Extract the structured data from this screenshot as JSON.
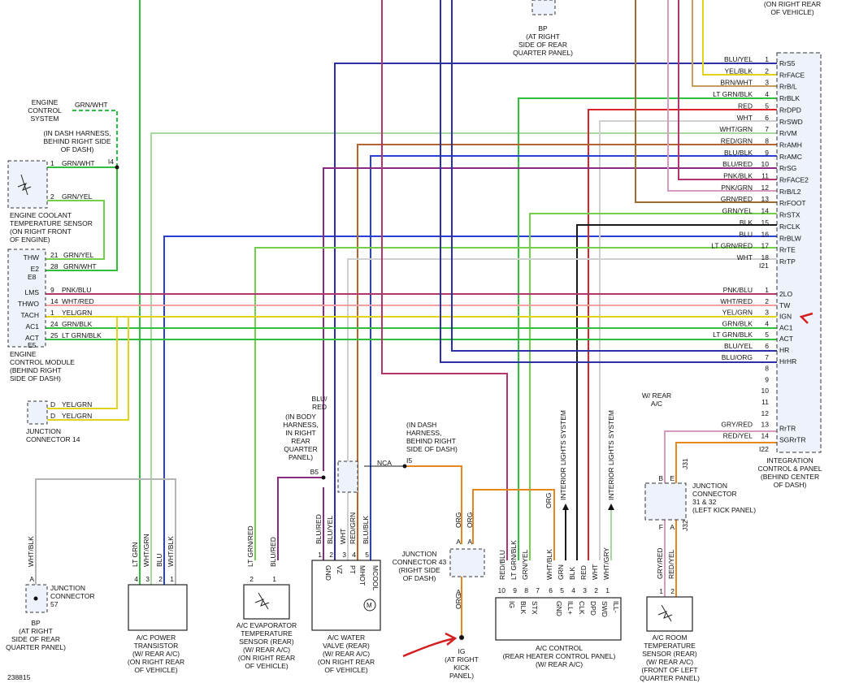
{
  "diagram_id": "238815",
  "components": {
    "bp_top": [
      "BP",
      "(AT RIGHT",
      "SIDE OF REAR",
      "QUARTER PANEL)"
    ],
    "right_rear_top": [
      "(ON RIGHT REAR",
      "OF VEHICLE)"
    ],
    "ecs": [
      "ENGINE",
      "CONTROL",
      "SYSTEM"
    ],
    "in_dash": [
      "(IN DASH HARNESS,",
      "BEHIND RIGHT SIDE",
      "OF DASH)"
    ],
    "ect": [
      "ENGINE COOLANT",
      "TEMPERATURE SENSOR",
      "(ON RIGHT FRONT",
      "OF ENGINE)"
    ],
    "ecm": [
      "ENGINE",
      "CONTROL MODULE",
      "(BEHIND RIGHT",
      "SIDE OF DASH)"
    ],
    "jc14": [
      "JUNCTION",
      "CONNECTOR 14"
    ],
    "body_harness": [
      "(IN BODY",
      "HARNESS,",
      "IN RIGHT",
      "REAR",
      "QUARTER",
      "PANEL)"
    ],
    "in_dash2": [
      "(IN DASH",
      "HARNESS,",
      "BEHIND RIGHT",
      "SIDE OF DASH)"
    ],
    "jc43": [
      "JUNCTION",
      "CONNECTOR 43",
      "(RIGHT SIDE",
      "OF DASH)"
    ],
    "ig": [
      "IG",
      "(AT RIGHT",
      "KICK",
      "PANEL)"
    ],
    "jc57": [
      "JUNCTION",
      "CONNECTOR",
      "57"
    ],
    "bp_bottom": [
      "BP",
      "(AT RIGHT",
      "SIDE OF REAR",
      "QUARTER PANEL)"
    ],
    "pwr_trans": [
      "A/C POWER",
      "TRANSISTOR",
      "(W/ REAR A/C)",
      "(ON RIGHT REAR",
      "OF VEHICLE)"
    ],
    "evap": [
      "A/C EVAPORATOR",
      "TEMPERATURE",
      "SENSOR (REAR)",
      "(W/ REAR A/C)",
      "(ON RIGHT REAR",
      "OF VEHICLE)"
    ],
    "water_valve": [
      "A/C WATER",
      "VALVE (REAR)",
      "(W/ REAR A/C)",
      "(ON RIGHT REAR",
      "OF VEHICLE)"
    ],
    "ac_control": [
      "A/C CONTROL",
      "(REAR HEATER CONTROL PANEL)",
      "(W/ REAR A/C)"
    ],
    "room_sensor": [
      "A/C ROOM",
      "TEMPERATURE",
      "SENSOR (REAR)",
      "(W/ REAR A/C)",
      "(FRONT OF LEFT",
      "QUARTER PANEL)"
    ],
    "jc3132": [
      "JUNCTION",
      "CONNECTOR",
      "31 & 32",
      "(LEFT KICK PANEL)"
    ],
    "integration": [
      "INTEGRATION",
      "CONTROL & PANEL",
      "(BEHIND CENTER",
      "OF DASH)"
    ],
    "w_rear": [
      "W/ REAR",
      "A/C"
    ],
    "ils": "INTERIOR LIGHTS SYSTEM",
    "nca": "NCA",
    "blu_red_vert": [
      "BLU/",
      "RED"
    ]
  },
  "connectors": {
    "i4": "I4",
    "e8": "E8",
    "e5": "E5",
    "i21": "I21",
    "i22": "I22",
    "b5": "B5",
    "i5": "I5",
    "j31": "J31",
    "j32": "J32"
  },
  "ecm_terms": {
    "e8": [
      {
        "name": "THW",
        "pin": "21",
        "wire": "GRN/YEL"
      },
      {
        "name": "E2",
        "pin": "28",
        "wire": "GRN/WHT"
      }
    ],
    "e5": [
      {
        "name": "LMS",
        "pin": "9",
        "wire": "PNK/BLU"
      },
      {
        "name": "THWO",
        "pin": "14",
        "wire": "WHT/RED"
      },
      {
        "name": "TACH",
        "pin": "1",
        "wire": "YEL/GRN"
      },
      {
        "name": "AC1",
        "pin": "24",
        "wire": "GRN/BLK"
      },
      {
        "name": "ACT",
        "pin": "25",
        "wire": "LT GRN/BLK"
      }
    ]
  },
  "ect_pins": [
    {
      "pin": "1",
      "wire": "GRN/WHT"
    },
    {
      "pin": "2",
      "wire": "GRN/YEL"
    }
  ],
  "ecs_wire": "GRN/WHT",
  "jc14_pins": [
    {
      "pin": "D",
      "wire": "YEL/GRN"
    },
    {
      "pin": "D",
      "wire": "YEL/GRN"
    }
  ],
  "i21_pins": [
    {
      "pin": "1",
      "term": "RrS5",
      "wire": "BLU/YEL"
    },
    {
      "pin": "2",
      "term": "RrFACE",
      "wire": "YEL/BLK"
    },
    {
      "pin": "3",
      "term": "RrB/L",
      "wire": "BRN/WHT"
    },
    {
      "pin": "4",
      "term": "RrBLK",
      "wire": "LT GRN/BLK"
    },
    {
      "pin": "5",
      "term": "RrDPD",
      "wire": "RED"
    },
    {
      "pin": "6",
      "term": "RrSWD",
      "wire": "WHT"
    },
    {
      "pin": "7",
      "term": "RrVM",
      "wire": "WHT/GRN"
    },
    {
      "pin": "8",
      "term": "RrAMH",
      "wire": "RED/GRN"
    },
    {
      "pin": "9",
      "term": "RrAMC",
      "wire": "BLU/BLK"
    },
    {
      "pin": "10",
      "term": "RrSG",
      "wire": "BLU/RED"
    },
    {
      "pin": "11",
      "term": "RrFACE2",
      "wire": "PNK/BLK"
    },
    {
      "pin": "12",
      "term": "RrB/L2",
      "wire": "PNK/GRN"
    },
    {
      "pin": "13",
      "term": "RrFOOT",
      "wire": "GRN/RED"
    },
    {
      "pin": "14",
      "term": "RrSTX",
      "wire": "GRN/YEL"
    },
    {
      "pin": "15",
      "term": "RrCLK",
      "wire": "BLK"
    },
    {
      "pin": "16",
      "term": "RrBLW",
      "wire": "BLU"
    },
    {
      "pin": "17",
      "term": "RrTE",
      "wire": "LT GRN/RED"
    },
    {
      "pin": "18",
      "term": "RrTP",
      "wire": "WHT"
    }
  ],
  "i22_pins": [
    {
      "pin": "1",
      "term": "2LO",
      "wire": "PNK/BLU"
    },
    {
      "pin": "2",
      "term": "TW",
      "wire": "WHT/RED"
    },
    {
      "pin": "3",
      "term": "IGN",
      "wire": "YEL/GRN"
    },
    {
      "pin": "4",
      "term": "AC1",
      "wire": "GRN/BLK"
    },
    {
      "pin": "5",
      "term": "ACT",
      "wire": "LT GRN/BLK"
    },
    {
      "pin": "6",
      "term": "HR",
      "wire": "BLU/YEL"
    },
    {
      "pin": "7",
      "term": "HrHR",
      "wire": "BLU/ORG"
    },
    {
      "pin": "8",
      "term": "",
      "wire": ""
    },
    {
      "pin": "9",
      "term": "",
      "wire": ""
    },
    {
      "pin": "10",
      "term": "",
      "wire": ""
    },
    {
      "pin": "11",
      "term": "",
      "wire": ""
    },
    {
      "pin": "12",
      "term": "",
      "wire": ""
    },
    {
      "pin": "13",
      "term": "RrTR",
      "wire": "GRY/RED"
    },
    {
      "pin": "14",
      "term": "SGRrTR",
      "wire": "RED/YEL"
    }
  ],
  "pwr_trans_pins": [
    {
      "pin": "4",
      "wire": "LT GRN"
    },
    {
      "pin": "3",
      "wire": "WHT/GRN"
    },
    {
      "pin": "2",
      "wire": "BLU"
    },
    {
      "pin": "1",
      "wire": "WHT/BLK"
    }
  ],
  "evap_pins": [
    {
      "pin": "2",
      "wire": "LT GRN/RED"
    },
    {
      "pin": "1",
      "wire": "BLU/RED"
    }
  ],
  "water_valve_pins": [
    {
      "pin": "1",
      "term": "GND",
      "wire": "BLU/RED"
    },
    {
      "pin": "2",
      "term": "VZ",
      "wire": "BLU/YEL"
    },
    {
      "pin": "3",
      "term": "PT",
      "wire": "WHT"
    },
    {
      "pin": "4",
      "term": "MHOT",
      "wire": "RED/GRN"
    },
    {
      "pin": "5",
      "term": "MCOOL",
      "wire": "BLU/BLK"
    }
  ],
  "ac_control_pins": [
    {
      "pin": "10",
      "term": "IG",
      "wire": "RED/BLU"
    },
    {
      "pin": "9",
      "term": "BLK",
      "wire": "LT GRN/BLK"
    },
    {
      "pin": "8",
      "term": "STX",
      "wire": "GRN/YEL"
    },
    {
      "pin": "7",
      "term": "",
      "wire": ""
    },
    {
      "pin": "6",
      "term": "GND",
      "wire": "WHT/BLK"
    },
    {
      "pin": "5",
      "term": "ILL+",
      "wire": "GRN"
    },
    {
      "pin": "4",
      "term": "CLK",
      "wire": "BLK"
    },
    {
      "pin": "3",
      "term": "DPD",
      "wire": "RED"
    },
    {
      "pin": "2",
      "term": "SWD",
      "wire": "WHT"
    },
    {
      "pin": "1",
      "term": "ILL-",
      "wire": "WHT/GRY"
    }
  ],
  "room_sensor_pins": [
    {
      "pin": "1",
      "wire": "GRY/RED"
    },
    {
      "pin": "2",
      "wire": "RED/YEL"
    }
  ],
  "jc57": {
    "pin": "A",
    "wire": "WHT/BLK"
  },
  "jc43_pins": [
    {
      "pin": "A",
      "wire": "ORG"
    },
    {
      "pin": "A",
      "wire": "ORG"
    },
    {
      "pin": "A",
      "wire": "ORG"
    }
  ],
  "orange_wires": {
    "ac_control": "ORG"
  },
  "jc3132_pins": {
    "top_left": "B",
    "top_right": "E",
    "bottom_left": "F",
    "bottom_right": "A"
  },
  "colors": {
    "green": "#2fbf3a",
    "ltgreen": "#72d04a",
    "blue": "#2a3fd6",
    "darkblue": "#2b2fa8",
    "red": "#d8252a",
    "orange": "#e8871e",
    "yellow": "#e0d31a",
    "purple": "#8b2a86",
    "magenta": "#b2356f",
    "brown": "#9c6d2e",
    "tan": "#c89d5a",
    "pink": "#d99ac0",
    "gray": "#9a9a9a",
    "black": "#1a1a1a",
    "ltgray": "#cfcfcf",
    "brownred": "#b5632f",
    "pale_green": "#a7d8a0",
    "annotation_red": "#d22020"
  }
}
